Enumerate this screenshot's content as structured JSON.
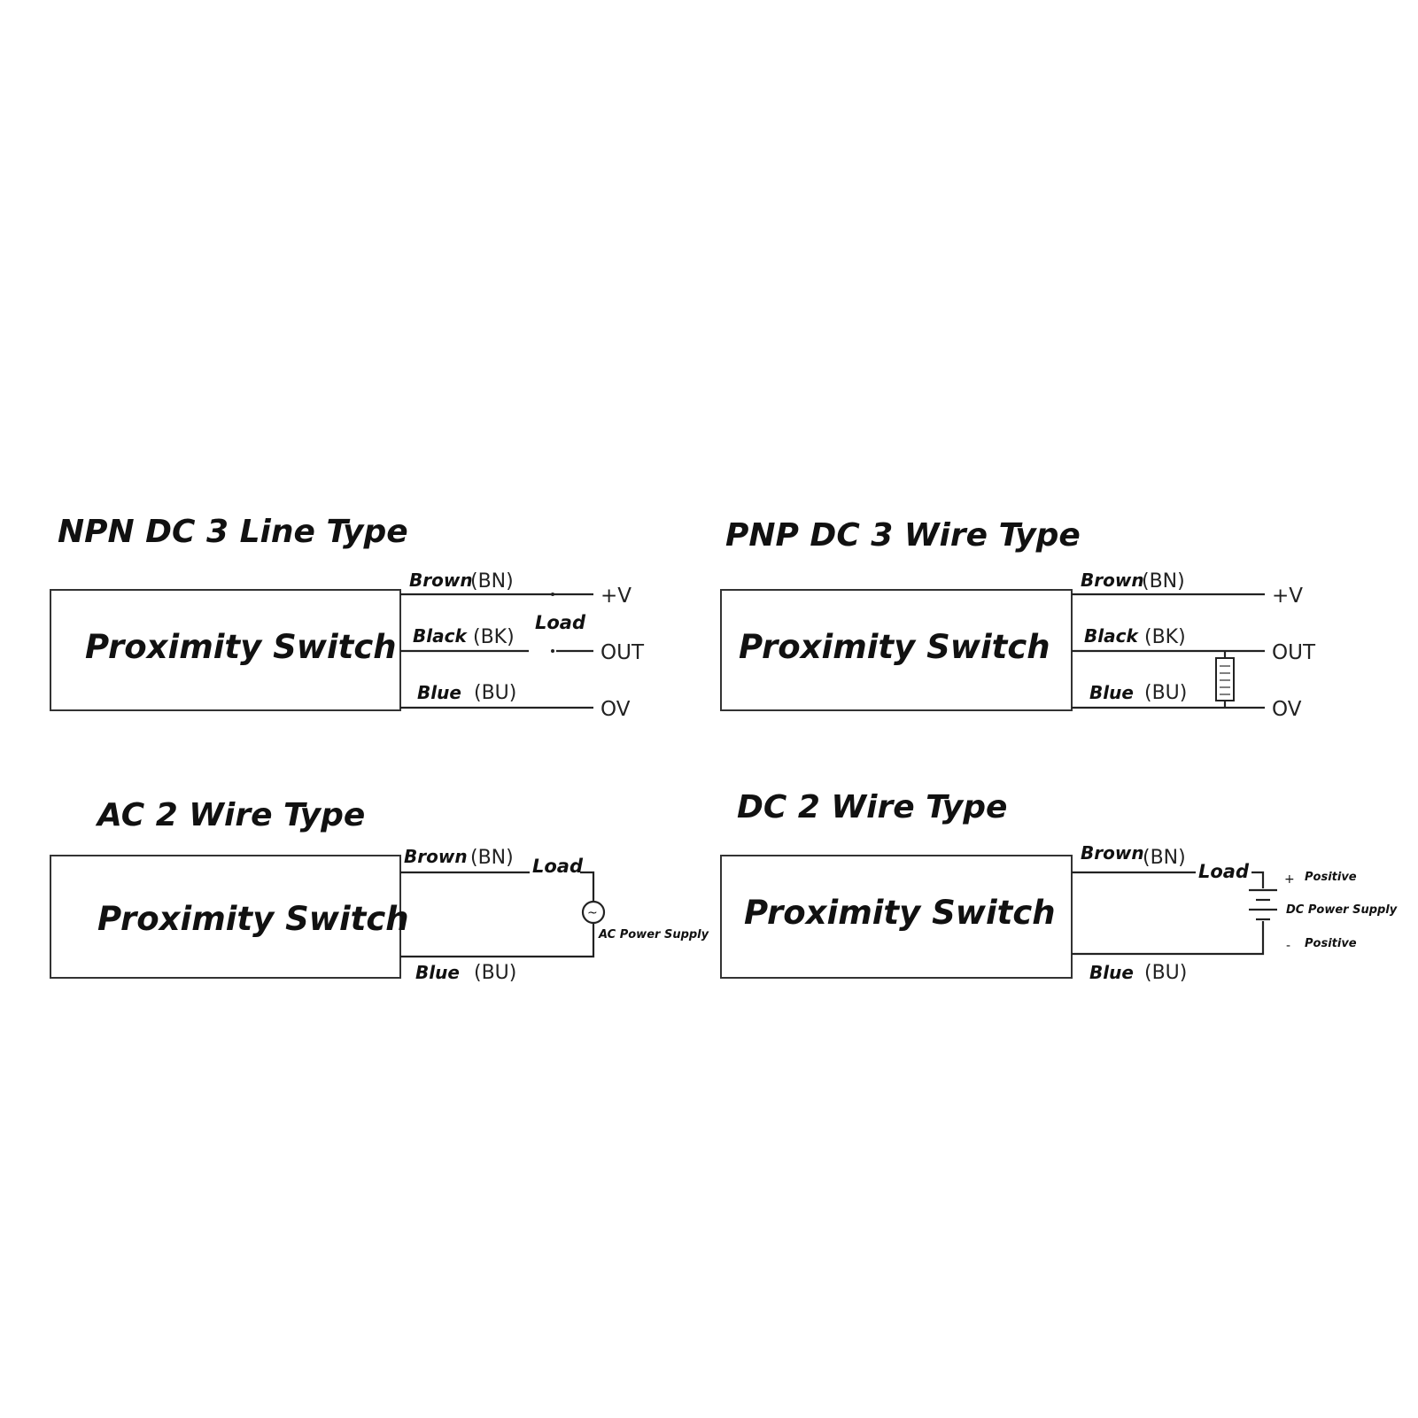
{
  "diagrams": {
    "npn": {
      "title": "NPN DC 3 Line Type",
      "box_label": "Proximity Switch",
      "brown_name": "Brown",
      "brown_code": "(BN)",
      "black_name": "Black",
      "black_code": "(BK)",
      "blue_name": "Blue",
      "blue_code": "(BU)",
      "load": "Load",
      "term_v": "+V",
      "term_out": "OUT",
      "term_0v": "OV"
    },
    "pnp": {
      "title": "PNP DC 3 Wire Type",
      "box_label": "Proximity Switch",
      "brown_name": "Brown",
      "brown_code": "(BN)",
      "black_name": "Black",
      "black_code": "(BK)",
      "blue_name": "Blue",
      "blue_code": "(BU)",
      "term_v": "+V",
      "term_out": "OUT",
      "term_0v": "OV"
    },
    "ac2": {
      "title": "AC 2 Wire Type",
      "box_label": "Proximity Switch",
      "brown_name": "Brown",
      "brown_code": "(BN)",
      "blue_name": "Blue",
      "blue_code": "(BU)",
      "load": "Load",
      "supply_symbol": "~",
      "supply": "AC Power Supply"
    },
    "dc2": {
      "title": "DC 2 Wire Type",
      "box_label": "Proximity Switch",
      "brown_name": "Brown",
      "brown_code": "(BN)",
      "blue_name": "Blue",
      "blue_code": "(BU)",
      "load": "Load",
      "plus_sign": "+",
      "minus_sign": "-",
      "positive_top": "Positive",
      "supply": "DC Power Supply",
      "positive_bottom": "Positive"
    }
  }
}
